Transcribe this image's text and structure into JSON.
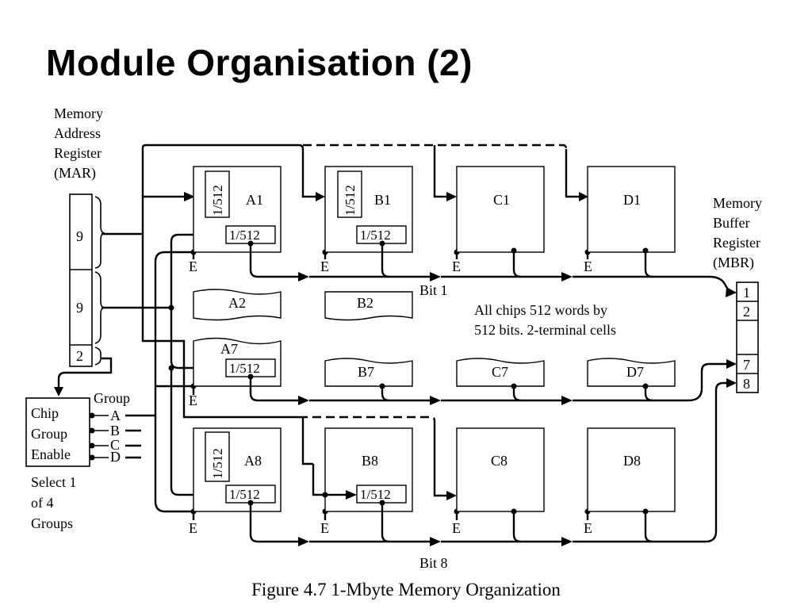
{
  "title": "Module Organisation (2)",
  "caption": "Figure 4.7 1-Mbyte Memory Organization",
  "mar": {
    "line1": "Memory",
    "line2": "Address",
    "line3": "Register",
    "line4": "(MAR)",
    "fields": [
      "9",
      "9",
      "2"
    ]
  },
  "mbr": {
    "line1": "Memory",
    "line2": "Buffer",
    "line3": "Register",
    "line4": "(MBR)",
    "bits": [
      "1",
      "2",
      "7",
      "8"
    ]
  },
  "chips": {
    "A1": "A1",
    "B1": "B1",
    "C1": "C1",
    "D1": "D1",
    "A2": "A2",
    "B2": "B2",
    "A7": "A7",
    "B7": "B7",
    "C7": "C7",
    "D7": "D7",
    "A8": "A8",
    "B8": "B8",
    "C8": "C8",
    "D8": "D8"
  },
  "decoder_label": "1/512",
  "enable_label": "E",
  "bit1_label": "Bit 1",
  "bit8_label": "Bit 8",
  "note_line1": "All chips 512 words by",
  "note_line2": "512 bits. 2-terminal cells",
  "cge": {
    "line1": "Chip",
    "line2": "Group",
    "line3": "Enable",
    "group_label": "Group",
    "outputs": [
      "A",
      "B",
      "C",
      "D"
    ],
    "select1": "Select 1",
    "select2": "of 4",
    "select3": "Groups"
  }
}
